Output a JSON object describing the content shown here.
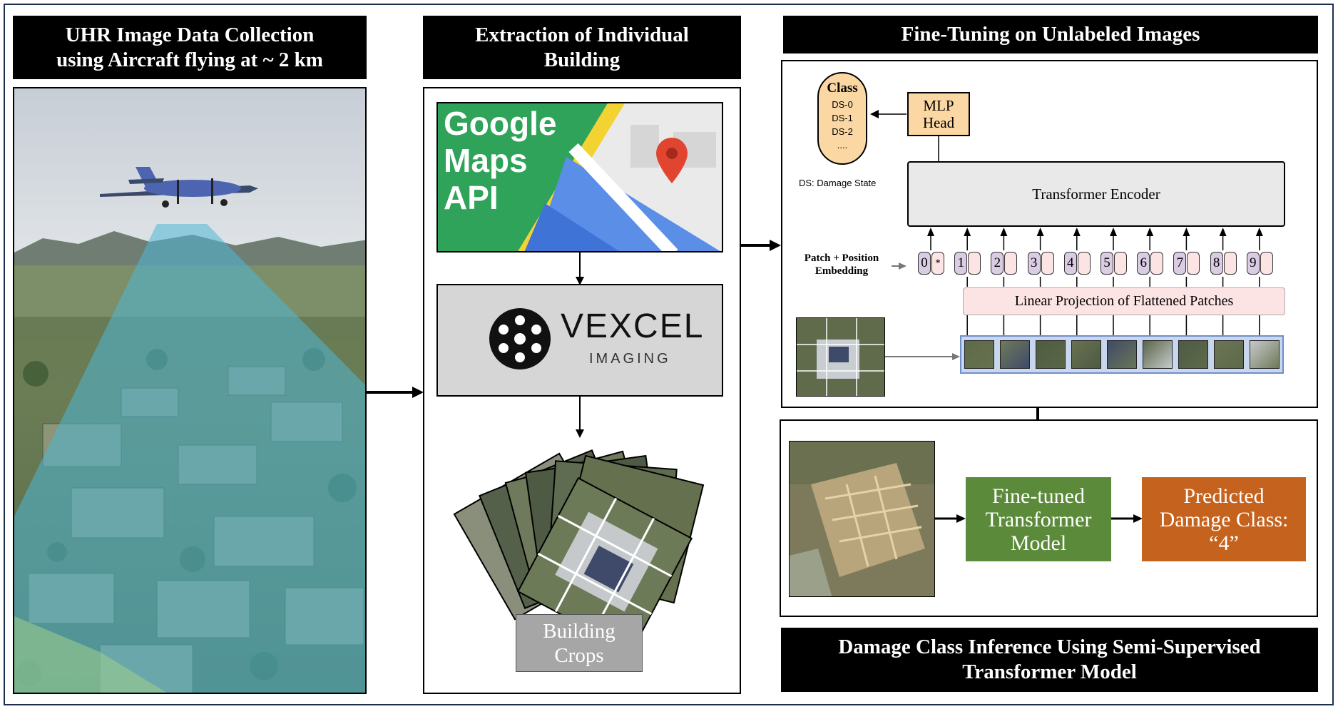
{
  "headers": {
    "uhr": "UHR Image Data Collection\nusing Aircraft flying at ~ 2 km",
    "extraction": "Extraction of Individual\nBuilding",
    "finetune": "Fine-Tuning on Unlabeled Images",
    "inference": "Damage Class Inference Using Semi-Supervised\nTransformer Model"
  },
  "google": {
    "line1": "Google",
    "line2": "Maps",
    "line3": "API"
  },
  "vexcel": {
    "name": "VEXCEL",
    "sub": "IMAGING"
  },
  "building_crops": "Building\nCrops",
  "vit": {
    "class_title": "Class",
    "class_items": [
      "DS-0",
      "DS-1",
      "DS-2",
      "...."
    ],
    "ds_note": "DS: Damage State",
    "mlp_head": "MLP\nHead",
    "encoder": "Transformer Encoder",
    "patch_label": "Patch + Position\nEmbedding",
    "tokens": [
      "0",
      "1",
      "2",
      "3",
      "4",
      "5",
      "6",
      "7",
      "8",
      "9"
    ],
    "cls_marker": "*",
    "projection": "Linear Projection of Flattened Patches"
  },
  "inference": {
    "model": "Fine-tuned\nTransformer\nModel",
    "predicted": "Predicted\nDamage Class:\n“4”"
  },
  "colors": {
    "frame": "#1e2f4f",
    "class_fill": "#fbd7a3",
    "mlp_fill": "#fbd7a3",
    "token_pos_fill": "#d9cce3",
    "token_patch_fill": "#fce4e4",
    "projection_fill": "#fce4e4",
    "encoder_fill": "#e9e9e9",
    "model_green": "#5b8a3a",
    "predicted_orange": "#c5621e"
  }
}
